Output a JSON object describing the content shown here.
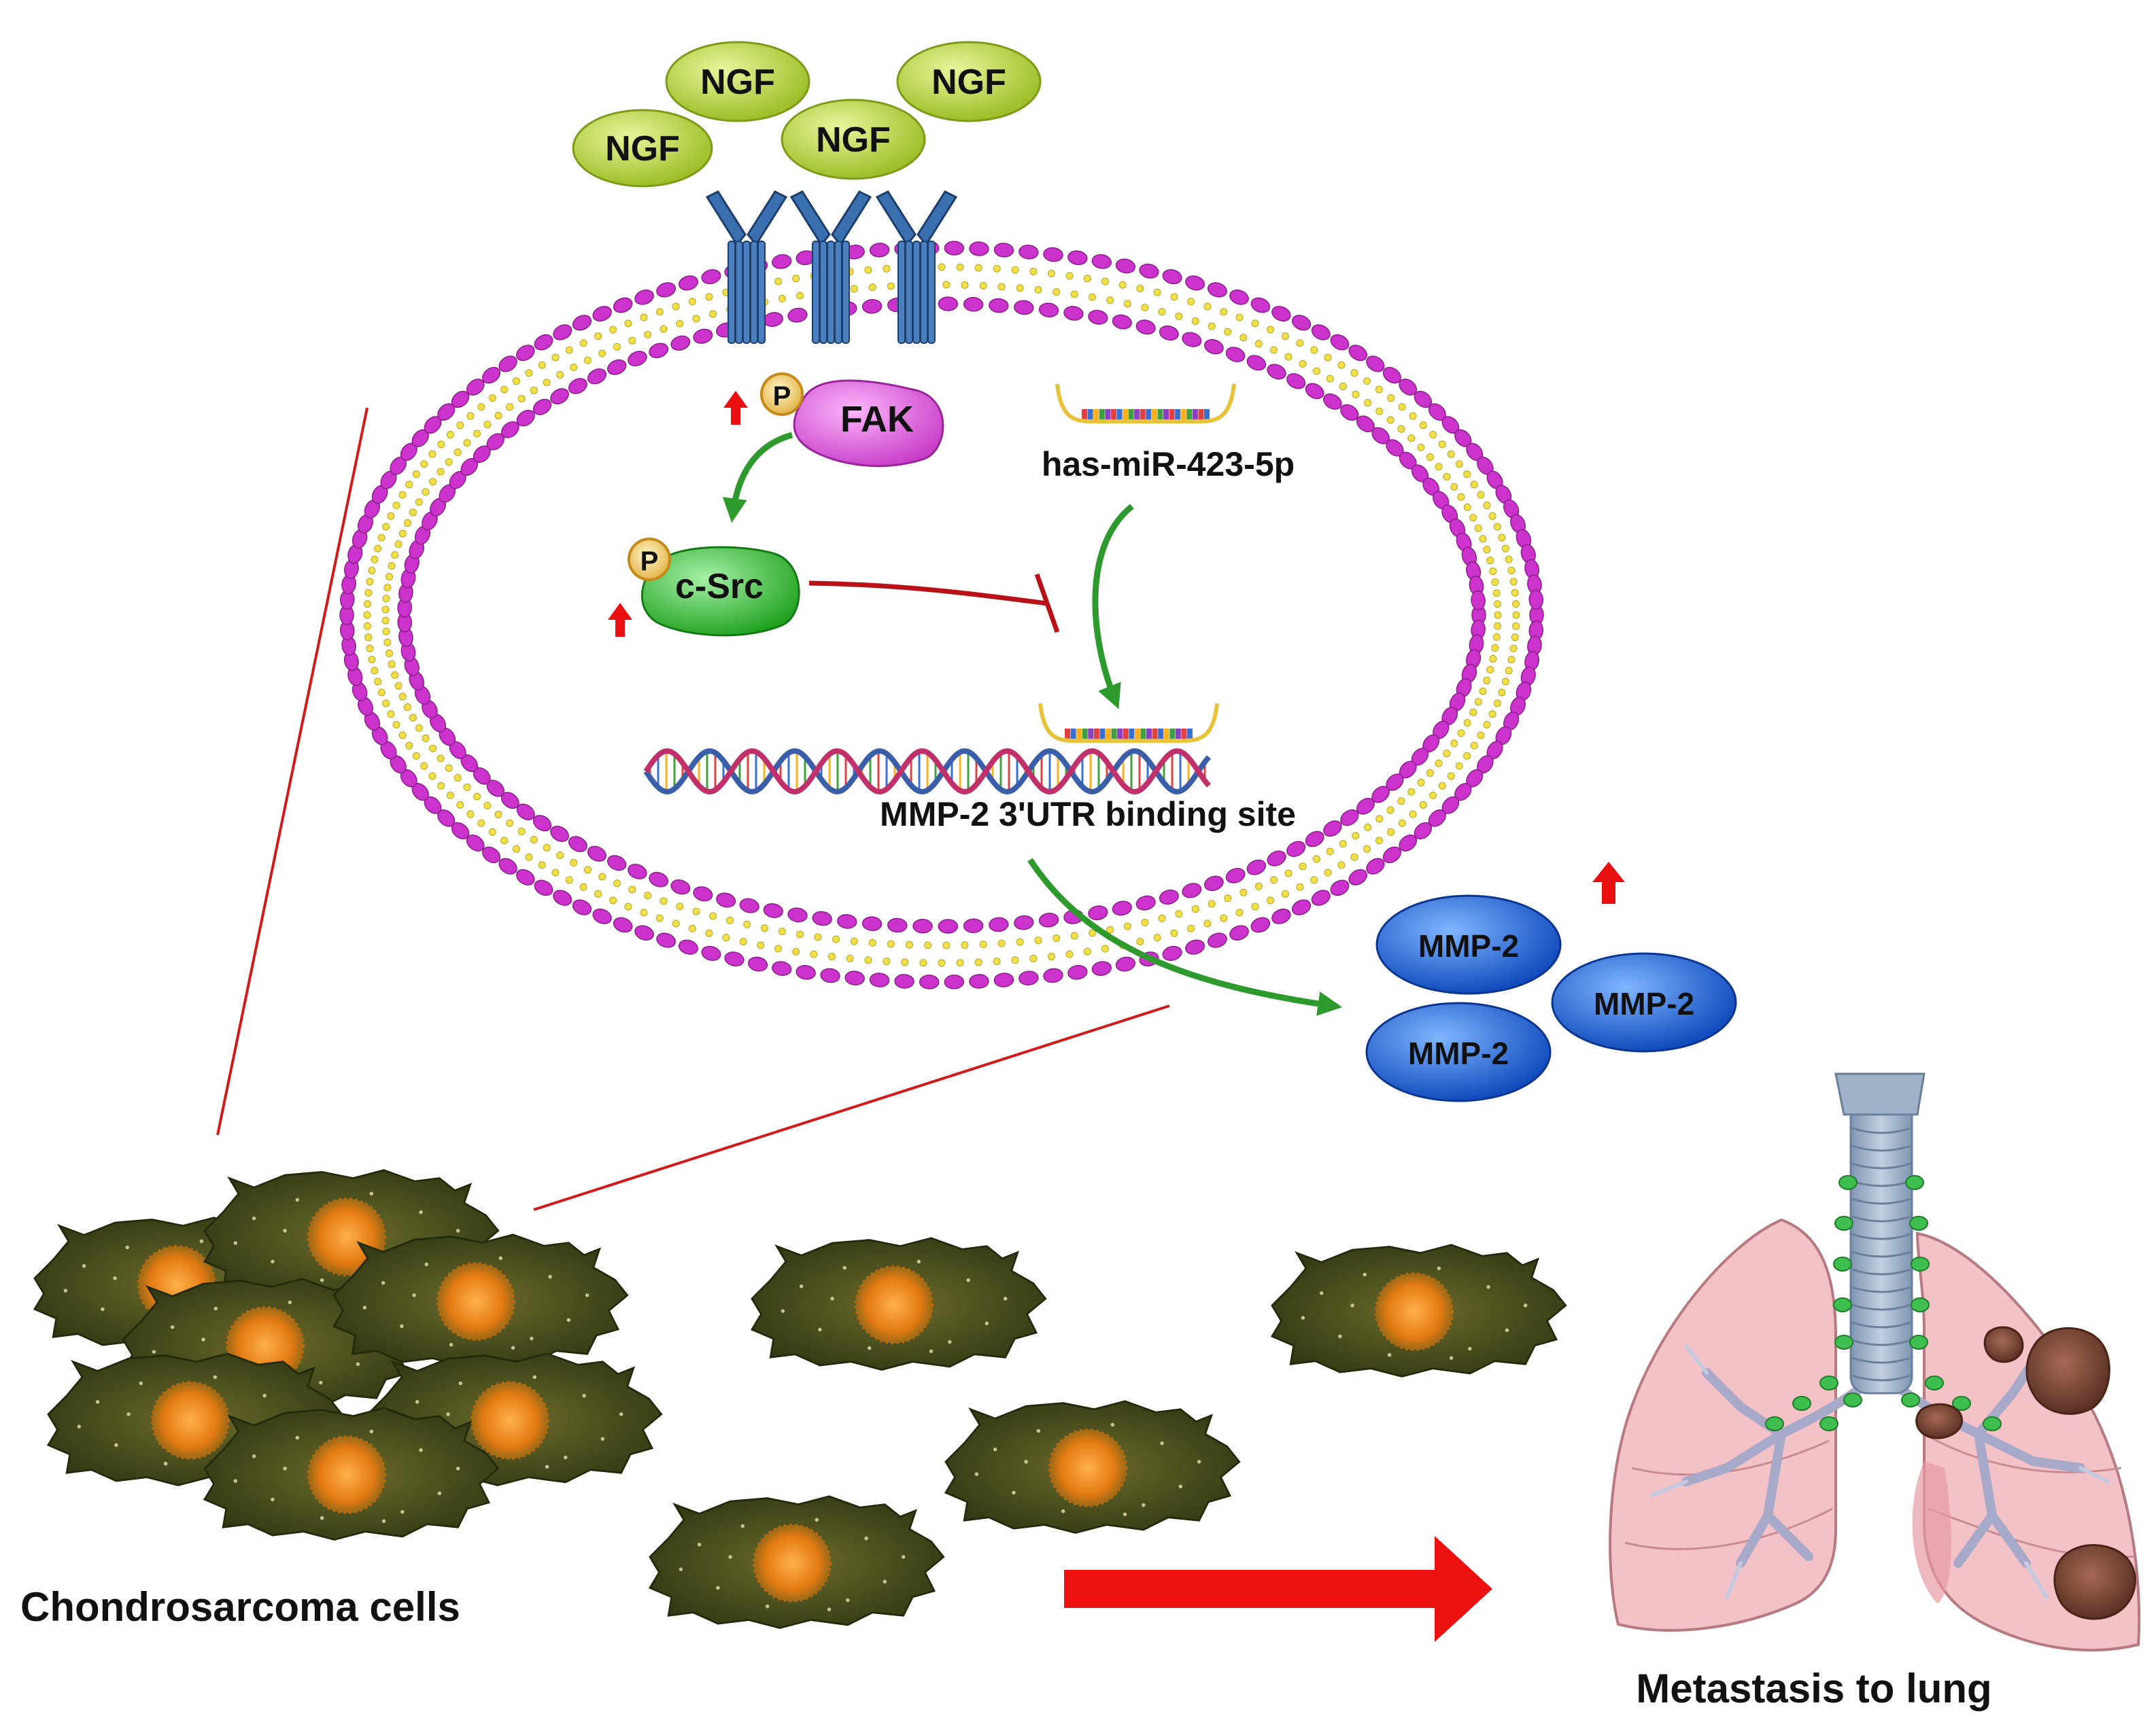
{
  "ligands": [
    "NGF",
    "NGF",
    "NGF",
    "NGF"
  ],
  "proteins": {
    "phospho": "P",
    "fak": "FAK",
    "csrc": "c-Src",
    "mmp2": [
      "MMP-2",
      "MMP-2",
      "MMP-2"
    ]
  },
  "labels": {
    "mirna": "has-miR-423-5p",
    "binding_site": "MMP-2 3'UTR binding site",
    "cells": "Chondrosarcoma cells",
    "lung": "Metastasis to lung"
  },
  "colors": {
    "membrane_head": "#cc33cc",
    "membrane_tail": "#f2e04a",
    "ngf": "#b8d93b",
    "fak": "#e86ce8",
    "csrc": "#43c143",
    "mmp2": "#1f6fe0",
    "receptor": "#3a6fb0",
    "activation_arrow": "#2e9a2e",
    "inhibition": "#c0151a",
    "up_arrow": "#e81010",
    "cell_body": "#4b4f1e",
    "cell_nucleus": "#f08a1a",
    "lung": "#f3c5c8",
    "trachea": "#9fb2c9",
    "tumor": "#7a4a3a"
  },
  "icons": [
    "receptor-icon",
    "phospho-icon",
    "mirna-icon",
    "dna-helix-icon",
    "up-arrow-icon",
    "cell-icon",
    "lung-icon",
    "tumor-icon"
  ]
}
